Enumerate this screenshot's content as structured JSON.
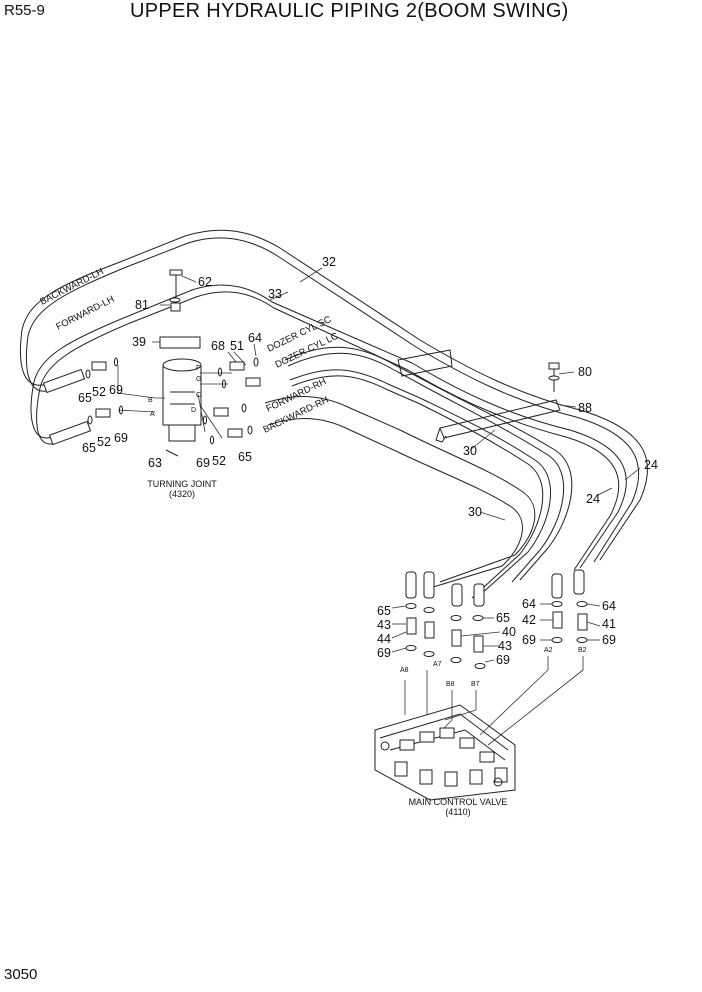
{
  "header": {
    "model": "R55-9",
    "title": "UPPER HYDRAULIC PIPING 2(BOOM SWING)"
  },
  "footer": {
    "page": "3050"
  },
  "hose_labels": {
    "backward_lh": "BACKWARD-LH",
    "forward_lh": "FORWARD-LH",
    "dozer_sc": "DOZER CYL SC",
    "dozer_lc": "DOZER CYL LC",
    "forward_rh": "FORWARD-RH",
    "backward_rh": "BACKWARD-RH"
  },
  "port_letters": {
    "b": "B",
    "a": "A",
    "f": "F",
    "g": "G",
    "c": "C",
    "d": "D"
  },
  "mcv_ports": {
    "a8": "A8",
    "a7": "A7",
    "b8": "B8",
    "b7": "B7",
    "a2": "A2",
    "b2": "B2"
  },
  "captions": {
    "turning_joint": "TURNING JOINT",
    "turning_joint_no": "(4320)",
    "mcv": "MAIN CONTROL VALVE",
    "mcv_no": "(4110)"
  },
  "callouts": {
    "c32": "32",
    "c33": "33",
    "c62": "62",
    "c81": "81",
    "c39": "39",
    "c68": "68",
    "c51": "51",
    "c64a": "64",
    "c65a": "65",
    "c52a": "52",
    "c69a": "69",
    "c65b": "65",
    "c52b": "52",
    "c69b": "69",
    "c63": "63",
    "c69c": "69",
    "c52c": "52",
    "c65c": "65",
    "c80": "80",
    "c88": "88",
    "c24a": "24",
    "c24b": "24",
    "c30a": "30",
    "c30b": "30",
    "c65d": "65",
    "c43a": "43",
    "c44": "44",
    "c69d": "69",
    "c65e": "65",
    "c40": "40",
    "c43b": "43",
    "c69e": "69",
    "c64b": "64",
    "c42": "42",
    "c69f": "69",
    "c64c": "64",
    "c41": "41",
    "c69g": "69"
  }
}
